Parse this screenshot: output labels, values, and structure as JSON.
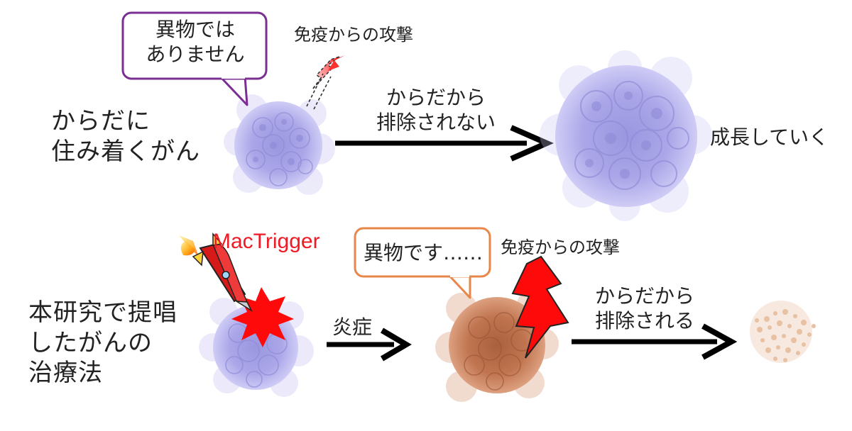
{
  "colors": {
    "purple_bubble": "#7b2f93",
    "orange_bubble": "#e8874a",
    "cell_purple": "#b8b5ec",
    "cell_brown": "#c77b52",
    "cell_debris": "#e8c0a2",
    "lightning_red": "#ff0a0a",
    "arrow": "#000000",
    "label_red": "#ee1b24"
  },
  "top_row": {
    "left_label_lines": [
      "からだに",
      "住み着くがん"
    ],
    "bubble_lines": [
      "異物では",
      "ありません"
    ],
    "attack_label": "免疫からの攻撃",
    "arrow_label_lines": [
      "からだから",
      "排除されない"
    ],
    "result_label": "成長していく"
  },
  "bottom_row": {
    "left_label_lines": [
      "本研究で提唱",
      "したがんの",
      "治療法"
    ],
    "drug_label": "MacTrigger",
    "arrow1_label": "炎症",
    "bubble_text": "異物です……",
    "attack_label": "免疫からの攻撃",
    "arrow2_label_lines": [
      "からだから",
      "排除される"
    ]
  },
  "icons": [
    "tumor-cluster-icon",
    "rocket-icon",
    "explosion-icon",
    "lightning-bolt-icon",
    "speech-bubble-icon",
    "arrow-right-icon"
  ]
}
